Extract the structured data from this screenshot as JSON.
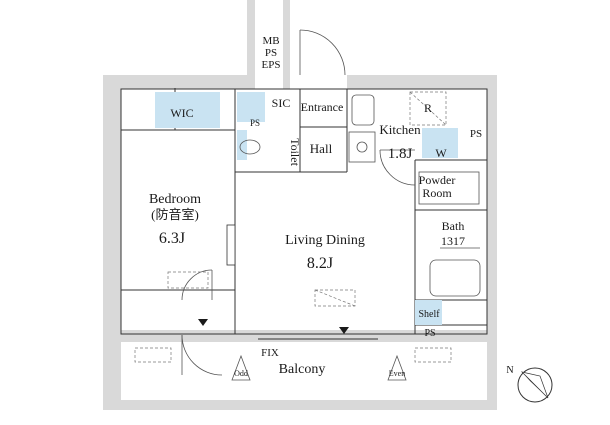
{
  "rooms": {
    "mb_ps_eps": [
      "MB",
      "PS",
      "EPS"
    ],
    "wic": "WIC",
    "sic": "SIC",
    "entrance": "Entrance",
    "ps_small": "PS",
    "toilet": "Toilet",
    "hall": "Hall",
    "kitchen": {
      "name": "Kitchen",
      "size": "1.8J"
    },
    "refrigerator": "R",
    "washer": "W",
    "ps_right": "PS",
    "powder_room": [
      "Powder",
      "Room"
    ],
    "bath": {
      "name": "Bath",
      "size": "1317"
    },
    "bedroom": {
      "name": "Bedroom",
      "note": "(防音室)",
      "size": "6.3J"
    },
    "living_dining": {
      "name": "Living Dining",
      "size": "8.2J"
    },
    "shelf": "Shelf",
    "ps_bottom": "PS",
    "fix": "FIX",
    "balcony": "Balcony",
    "odd": "Odd",
    "even": "Even"
  },
  "compass": {
    "label": "N"
  },
  "colors": {
    "wall": "#d9d9d9",
    "storage": "#c9e3f2",
    "line": "#333333"
  }
}
